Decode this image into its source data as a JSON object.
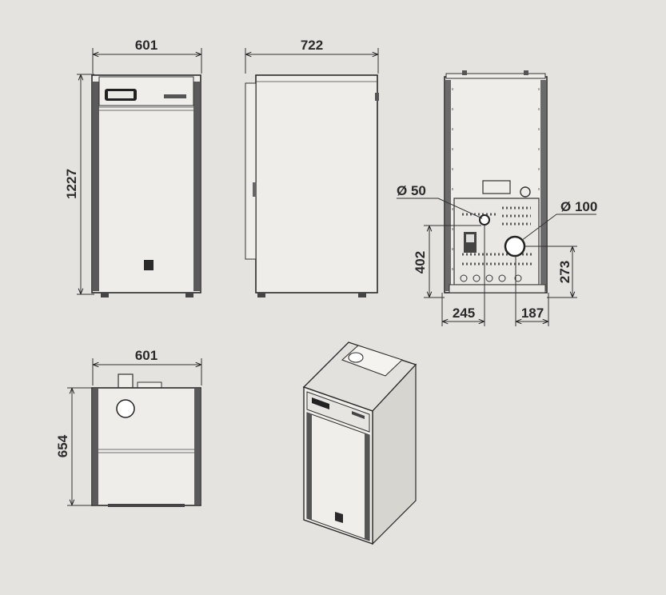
{
  "dimensions": {
    "front_width": "601",
    "front_height": "1227",
    "side_depth": "722",
    "rear_pipe_small": "Ø 50",
    "rear_pipe_large": "Ø 100",
    "rear_height_402": "402",
    "rear_height_273": "273",
    "rear_offset_245": "245",
    "rear_offset_187": "187",
    "top_width": "601",
    "top_depth": "654"
  },
  "colors": {
    "background": "#e4e3df",
    "line": "#2a2a2a"
  }
}
